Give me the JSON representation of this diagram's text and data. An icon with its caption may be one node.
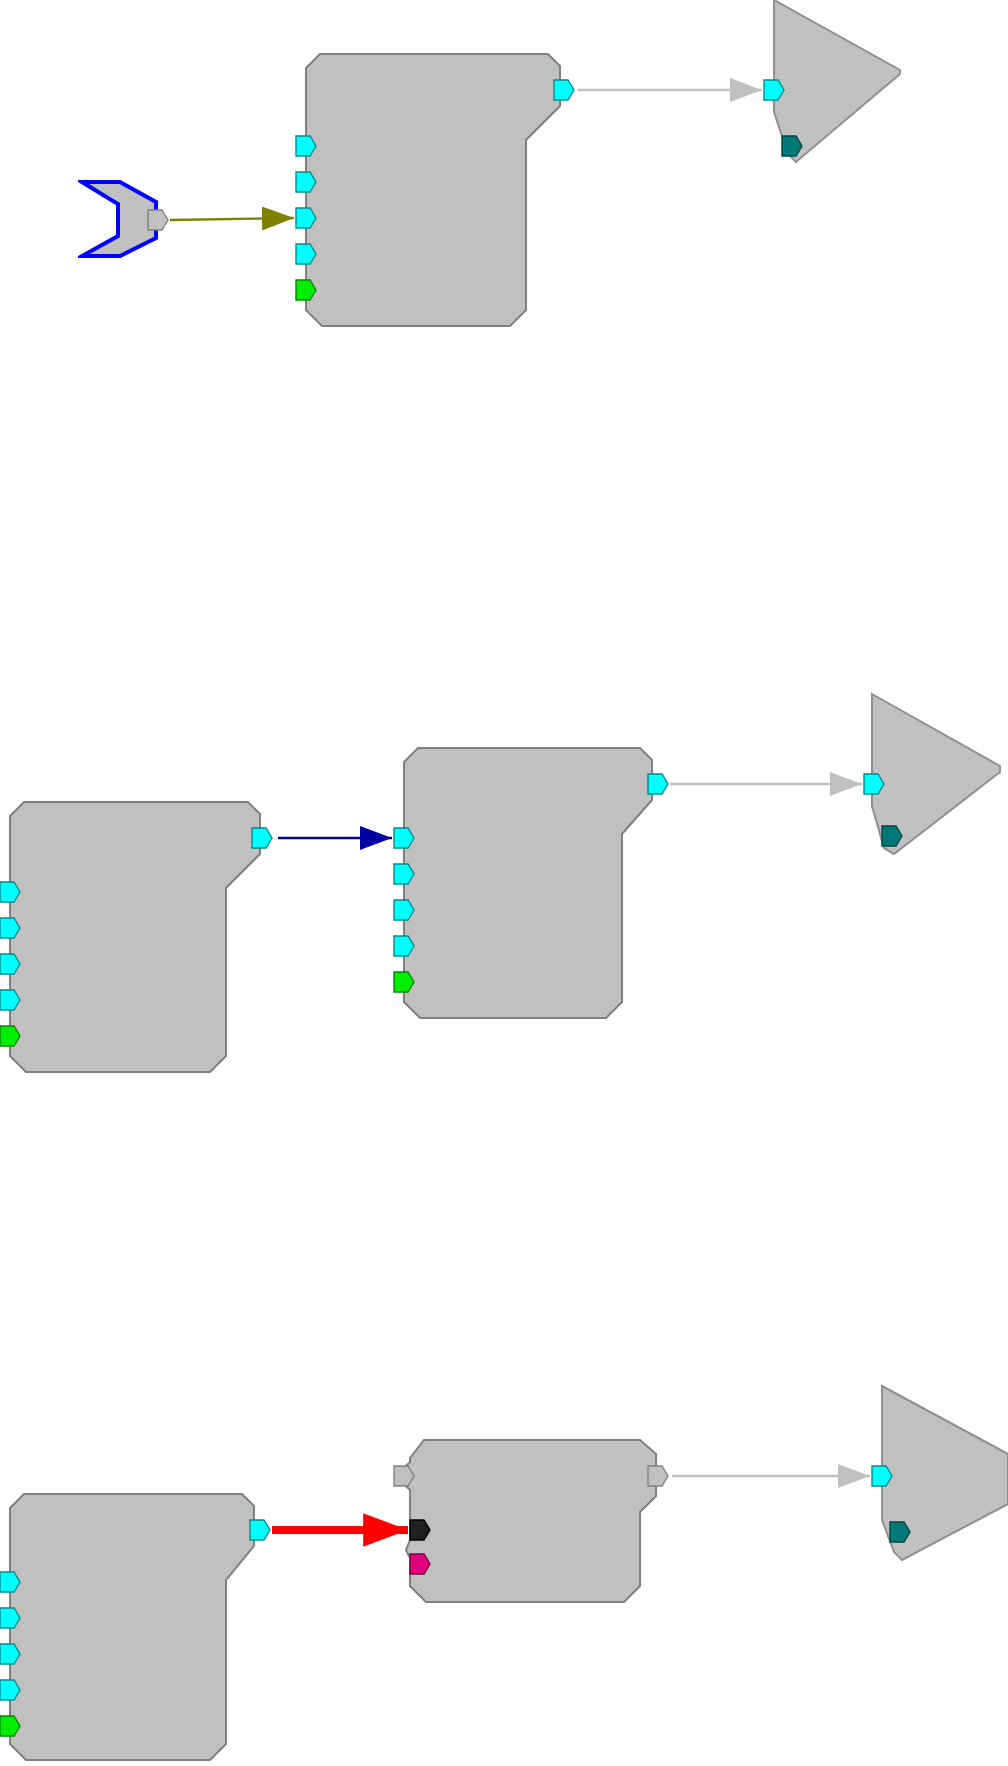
{
  "diagram": {
    "nodes": [
      {
        "text": [],
        "shape": "chevron"
      },
      {
        "text": [],
        "shape": "box"
      },
      {
        "text": [],
        "shape": "triangle"
      },
      {
        "text": [],
        "shape": "box"
      },
      {
        "text": [],
        "shape": "box"
      },
      {
        "text": [],
        "shape": "triangle"
      },
      {
        "text": [],
        "shape": "box"
      },
      {
        "text": [],
        "shape": "box"
      },
      {
        "text": [],
        "shape": "triangle"
      }
    ],
    "edges": [
      {
        "from": 0,
        "to": 1,
        "arrow": "to",
        "color": "#808000"
      },
      {
        "from": 1,
        "to": 2,
        "arrow": "to"
      },
      {
        "from": 3,
        "to": 4,
        "arrow": "to",
        "color": "#0000a0"
      },
      {
        "from": 4,
        "to": 5,
        "arrow": "to"
      },
      {
        "from": 6,
        "to": 7,
        "arrow": "to",
        "style": "thick",
        "color": "#ff0000"
      },
      {
        "from": 7,
        "to": 8,
        "arrow": "to"
      }
    ]
  }
}
